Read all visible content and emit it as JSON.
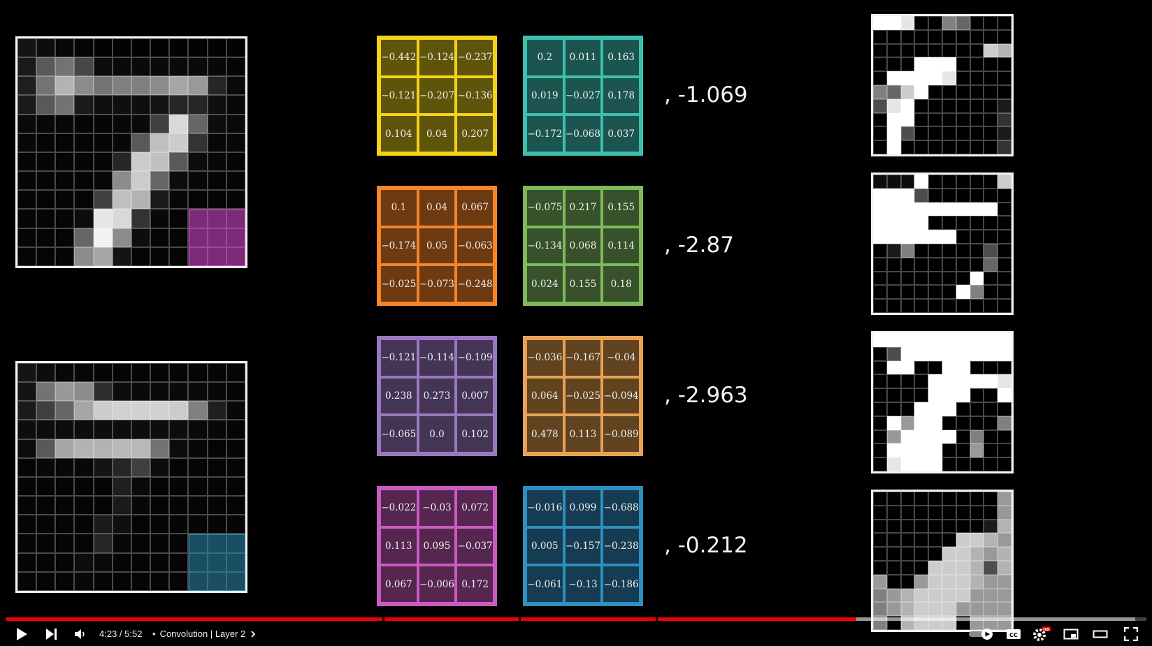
{
  "inputs": [
    {
      "name": "input-image-top",
      "window_color": "#e04ad8",
      "pixels": [
        [
          0.08,
          0.05,
          0.03,
          0.02,
          0.01,
          0.01,
          0.01,
          0.01,
          0.01,
          0.01,
          0.01,
          0.01
        ],
        [
          0.1,
          0.35,
          0.45,
          0.28,
          0.05,
          0.04,
          0.04,
          0.04,
          0.04,
          0.04,
          0.03,
          0.02
        ],
        [
          0.12,
          0.45,
          0.7,
          0.55,
          0.45,
          0.5,
          0.5,
          0.55,
          0.65,
          0.6,
          0.15,
          0.04
        ],
        [
          0.1,
          0.35,
          0.45,
          0.1,
          0.06,
          0.06,
          0.06,
          0.08,
          0.15,
          0.15,
          0.06,
          0.03
        ],
        [
          0.04,
          0.03,
          0.03,
          0.02,
          0.02,
          0.03,
          0.04,
          0.25,
          0.85,
          0.4,
          0.05,
          0.04
        ],
        [
          0.03,
          0.02,
          0.02,
          0.02,
          0.02,
          0.03,
          0.35,
          0.75,
          0.8,
          0.2,
          0.03,
          0.03
        ],
        [
          0.02,
          0.02,
          0.02,
          0.02,
          0.02,
          0.15,
          0.8,
          0.75,
          0.35,
          0.05,
          0.03,
          0.02
        ],
        [
          0.02,
          0.02,
          0.02,
          0.02,
          0.03,
          0.55,
          0.8,
          0.4,
          0.05,
          0.03,
          0.02,
          0.02
        ],
        [
          0.02,
          0.02,
          0.02,
          0.02,
          0.25,
          0.75,
          0.7,
          0.1,
          0.03,
          0.02,
          0.02,
          0.02
        ],
        [
          0.02,
          0.02,
          0.02,
          0.05,
          0.9,
          0.85,
          0.2,
          0.03,
          0.02,
          0.02,
          0.02,
          0.02
        ],
        [
          0.02,
          0.02,
          0.02,
          0.4,
          0.95,
          0.55,
          0.05,
          0.02,
          0.02,
          0.02,
          0.02,
          0.02
        ],
        [
          0.02,
          0.02,
          0.02,
          0.55,
          0.65,
          0.08,
          0.02,
          0.02,
          0.02,
          0.02,
          0.02,
          0.02
        ]
      ]
    },
    {
      "name": "input-image-bottom",
      "window_color": "#2c8ab0",
      "pixels": [
        [
          0.08,
          0.05,
          0.03,
          0.03,
          0.02,
          0.02,
          0.02,
          0.02,
          0.02,
          0.02,
          0.02,
          0.02
        ],
        [
          0.08,
          0.45,
          0.6,
          0.55,
          0.18,
          0.05,
          0.04,
          0.04,
          0.04,
          0.04,
          0.03,
          0.02
        ],
        [
          0.1,
          0.25,
          0.4,
          0.65,
          0.8,
          0.82,
          0.82,
          0.82,
          0.8,
          0.5,
          0.12,
          0.03
        ],
        [
          0.05,
          0.05,
          0.05,
          0.05,
          0.05,
          0.05,
          0.05,
          0.05,
          0.05,
          0.04,
          0.03,
          0.02
        ],
        [
          0.05,
          0.35,
          0.65,
          0.7,
          0.7,
          0.72,
          0.72,
          0.45,
          0.05,
          0.03,
          0.02,
          0.02
        ],
        [
          0.02,
          0.03,
          0.03,
          0.03,
          0.08,
          0.15,
          0.25,
          0.05,
          0.02,
          0.02,
          0.02,
          0.02
        ],
        [
          0.02,
          0.02,
          0.02,
          0.02,
          0.02,
          0.12,
          0.04,
          0.02,
          0.02,
          0.02,
          0.02,
          0.02
        ],
        [
          0.02,
          0.02,
          0.02,
          0.02,
          0.02,
          0.1,
          0.03,
          0.02,
          0.02,
          0.02,
          0.02,
          0.02
        ],
        [
          0.02,
          0.02,
          0.02,
          0.02,
          0.1,
          0.06,
          0.02,
          0.02,
          0.02,
          0.02,
          0.02,
          0.02
        ],
        [
          0.02,
          0.02,
          0.02,
          0.02,
          0.15,
          0.03,
          0.02,
          0.02,
          0.02,
          0.02,
          0.02,
          0.02
        ],
        [
          0.02,
          0.02,
          0.02,
          0.05,
          0.04,
          0.02,
          0.02,
          0.02,
          0.02,
          0.02,
          0.02,
          0.02
        ],
        [
          0.02,
          0.02,
          0.02,
          0.03,
          0.02,
          0.02,
          0.02,
          0.02,
          0.02,
          0.02,
          0.02,
          0.02
        ]
      ]
    }
  ],
  "kernels": [
    {
      "name": "kernel-yellow",
      "border": "#f2d21b",
      "fill": "#5e540a",
      "values": [
        "−0.442",
        "−0.124",
        "−0.237",
        "−0.121",
        "−0.207",
        "−0.136",
        "0.104",
        "0.04",
        "0.207"
      ]
    },
    {
      "name": "kernel-teal",
      "border": "#3cbfae",
      "fill": "#1c5550",
      "values": [
        "0.2",
        "0.011",
        "0.163",
        "0.019",
        "−0.027",
        "0.178",
        "−0.172",
        "−0.068",
        "0.037"
      ]
    },
    {
      "name": "kernel-orange",
      "border": "#f5852a",
      "fill": "#6e3a12",
      "values": [
        "0.1",
        "0.04",
        "0.067",
        "−0.174",
        "0.05",
        "−0.063",
        "−0.025",
        "−0.073",
        "−0.248"
      ]
    },
    {
      "name": "kernel-green",
      "border": "#7fb95a",
      "fill": "#37522a",
      "values": [
        "−0.075",
        "0.217",
        "0.155",
        "−0.134",
        "0.068",
        "0.114",
        "0.024",
        "0.155",
        "0.18"
      ]
    },
    {
      "name": "kernel-purple",
      "border": "#9a78bf",
      "fill": "#443456",
      "values": [
        "−0.121",
        "−0.114",
        "−0.109",
        "0.238",
        "0.273",
        "0.007",
        "−0.065",
        "0.0",
        "0.102"
      ]
    },
    {
      "name": "kernel-gold",
      "border": "#e8a255",
      "fill": "#614320",
      "values": [
        "−0.036",
        "−0.167",
        "−0.04",
        "0.064",
        "−0.025",
        "−0.094",
        "0.478",
        "0.113",
        "−0.089"
      ]
    },
    {
      "name": "kernel-magenta",
      "border": "#c95bc2",
      "fill": "#562650",
      "values": [
        "−0.022",
        "−0.03",
        "0.072",
        "0.113",
        "0.095",
        "−0.037",
        "0.067",
        "−0.006",
        "0.172"
      ]
    },
    {
      "name": "kernel-blue",
      "border": "#2f8fbf",
      "fill": "#153c52",
      "values": [
        "−0.016",
        "0.099",
        "−0.688",
        "0.005",
        "−0.157",
        "−0.238",
        "−0.061",
        "−0.13",
        "−0.186"
      ]
    }
  ],
  "biases": [
    ", -1.069",
    ", -2.87",
    ", -2.963",
    ", -0.212"
  ],
  "outputs": [
    {
      "name": "feature-map-1",
      "pixels": [
        [
          1,
          1,
          0.9,
          0,
          0,
          0.5,
          0.4,
          0,
          0,
          0
        ],
        [
          0,
          0,
          0,
          0,
          0,
          0,
          0,
          0,
          0,
          0
        ],
        [
          0,
          0,
          0,
          0,
          0,
          0,
          0,
          0,
          0.8,
          0.7
        ],
        [
          0,
          0,
          0,
          1,
          1,
          1,
          0,
          0,
          0,
          0
        ],
        [
          0,
          1,
          1,
          1,
          1,
          0.9,
          0,
          0,
          0,
          0
        ],
        [
          0.5,
          0.4,
          0.8,
          1,
          0,
          0,
          0,
          0,
          0,
          0
        ],
        [
          0.3,
          0.9,
          1,
          0,
          0,
          0,
          0,
          0,
          0,
          0.1
        ],
        [
          0,
          1,
          1,
          0,
          0,
          0,
          0,
          0,
          0,
          0.2
        ],
        [
          0,
          1,
          0.3,
          0,
          0,
          0,
          0,
          0,
          0,
          0.1
        ],
        [
          0,
          1,
          0,
          0,
          0,
          0,
          0,
          0,
          0,
          0.2
        ]
      ]
    },
    {
      "name": "feature-map-2",
      "pixels": [
        [
          0.05,
          0.05,
          0.05,
          1,
          0,
          0,
          0,
          0,
          0,
          0.8
        ],
        [
          1,
          1,
          1,
          0.3,
          0,
          0,
          0,
          0,
          0,
          0
        ],
        [
          1,
          1,
          1,
          1,
          1,
          1,
          1,
          1,
          1,
          0
        ],
        [
          1,
          1,
          1,
          1,
          0,
          0,
          0,
          0,
          0,
          0
        ],
        [
          1,
          1,
          1,
          1,
          1,
          1,
          0,
          0,
          0,
          0
        ],
        [
          0,
          0.1,
          0.5,
          0,
          0,
          0,
          0,
          0,
          0.3,
          0
        ],
        [
          0,
          0,
          0,
          0,
          0,
          0,
          0,
          0,
          0.4,
          0
        ],
        [
          0,
          0,
          0,
          0,
          0,
          0,
          0,
          1,
          0,
          0
        ],
        [
          0,
          0,
          0,
          0,
          0,
          0,
          1,
          0.5,
          0,
          0
        ],
        [
          0,
          0,
          0,
          0,
          0,
          0,
          0,
          0,
          0,
          0
        ]
      ]
    },
    {
      "name": "feature-map-3",
      "pixels": [
        [
          1,
          1,
          1,
          1,
          1,
          1,
          1,
          1,
          1,
          1
        ],
        [
          0,
          0.3,
          1,
          1,
          1,
          1,
          1,
          1,
          1,
          1
        ],
        [
          0,
          1,
          1,
          0,
          0,
          1,
          1,
          0,
          0,
          0
        ],
        [
          0,
          0,
          0,
          0,
          1,
          1,
          1,
          1,
          1,
          0.9
        ],
        [
          0,
          0,
          0,
          0,
          1,
          1,
          1,
          0,
          0,
          1
        ],
        [
          0,
          0,
          0,
          1,
          1,
          1,
          0,
          0,
          0,
          0
        ],
        [
          0,
          1,
          0.6,
          1,
          1,
          0,
          0,
          0,
          0,
          0.5
        ],
        [
          0,
          0.6,
          1,
          1,
          1,
          1,
          0,
          0.5,
          0,
          0
        ],
        [
          0,
          1,
          1,
          1,
          1,
          0,
          0,
          0.6,
          0,
          0
        ],
        [
          0,
          0.9,
          1,
          1,
          1,
          0,
          0,
          0,
          0,
          0
        ]
      ]
    },
    {
      "name": "feature-map-4",
      "pixels": [
        [
          0,
          0,
          0,
          0,
          0,
          0,
          0,
          0,
          0,
          0.6
        ],
        [
          0,
          0,
          0,
          0,
          0,
          0,
          0,
          0,
          0,
          0.6
        ],
        [
          0,
          0,
          0,
          0,
          0,
          0,
          0,
          0,
          0.1,
          0.7
        ],
        [
          0,
          0,
          0,
          0,
          0,
          0,
          0.8,
          0.8,
          0.7,
          0.6
        ],
        [
          0,
          0,
          0,
          0,
          0,
          0.8,
          0.8,
          0.7,
          0.6,
          0.7
        ],
        [
          0,
          0,
          0,
          0,
          0.8,
          0.8,
          0.8,
          0.7,
          0.3,
          0.7
        ],
        [
          0.6,
          0,
          0,
          0.6,
          0.8,
          0.8,
          0.8,
          0.7,
          0.6,
          0.6
        ],
        [
          0.5,
          0.6,
          0.7,
          0.8,
          0.8,
          0.8,
          0.8,
          0.6,
          0.6,
          0.6
        ],
        [
          0.5,
          0.6,
          0.7,
          0.8,
          0.8,
          0.8,
          0.6,
          0.6,
          0.6,
          0.6
        ],
        [
          0.5,
          0,
          0.7,
          0.8,
          0.8,
          0.8,
          0,
          0.6,
          0.6,
          0.6
        ]
      ]
    }
  ],
  "player": {
    "time": "4:23 / 5:52",
    "separator": "•",
    "chapter_title": "Convolution | Layer 2",
    "progress_fraction": 0.746,
    "buffer_fraction": 0.99,
    "chapter_marks": [
      0.33,
      0.45,
      0.57
    ],
    "icons": [
      "play-icon",
      "next-icon",
      "volume-icon",
      "autoplay-icon",
      "captions-icon",
      "settings-icon",
      "miniplayer-icon",
      "theater-icon",
      "fullscreen-icon"
    ],
    "hd_badge": "HD"
  }
}
